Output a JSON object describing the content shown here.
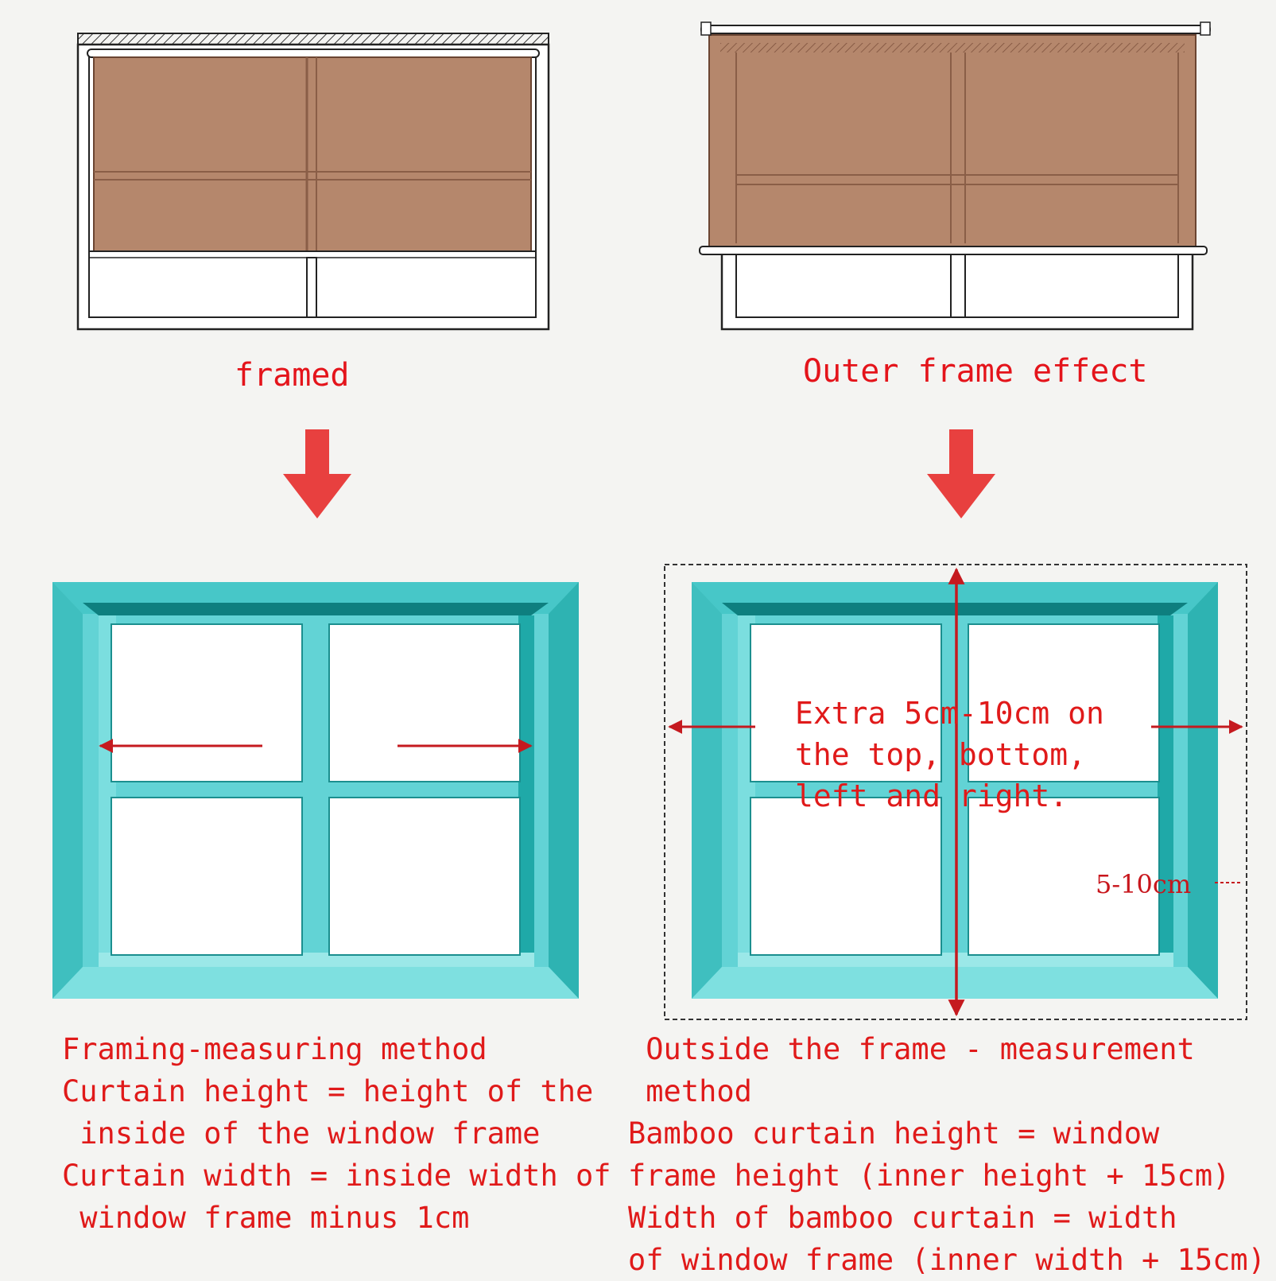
{
  "top_left": {
    "caption": "framed"
  },
  "top_right": {
    "caption": "Outer frame effect"
  },
  "bottom_right": {
    "note_lines": [
      "Extra 5cm-10cm on",
      "the top, bottom,",
      "left and right."
    ],
    "margin_label": "5-10cm"
  },
  "left_text": {
    "lines": [
      "Framing-measuring method",
      "Curtain height = height of the",
      " inside of the window frame",
      "Curtain width = inside width of",
      " window frame minus 1cm"
    ]
  },
  "right_text": {
    "lines": [
      " Outside the frame - measurement",
      " method",
      "Bamboo curtain height = window",
      "frame height (inner height + 15cm)",
      "Width of bamboo curtain = width",
      "of window frame (inner width + 15cm)"
    ]
  },
  "colors": {
    "curtain": "#b5876c",
    "curtain_line": "#8a5e47",
    "frame_teal": "#62d3d5",
    "frame_dark": "#0e7f7f",
    "frame_mid": "#2eb3b2",
    "arrow_red": "#e8403f",
    "measure_red": "#c51a1f"
  }
}
